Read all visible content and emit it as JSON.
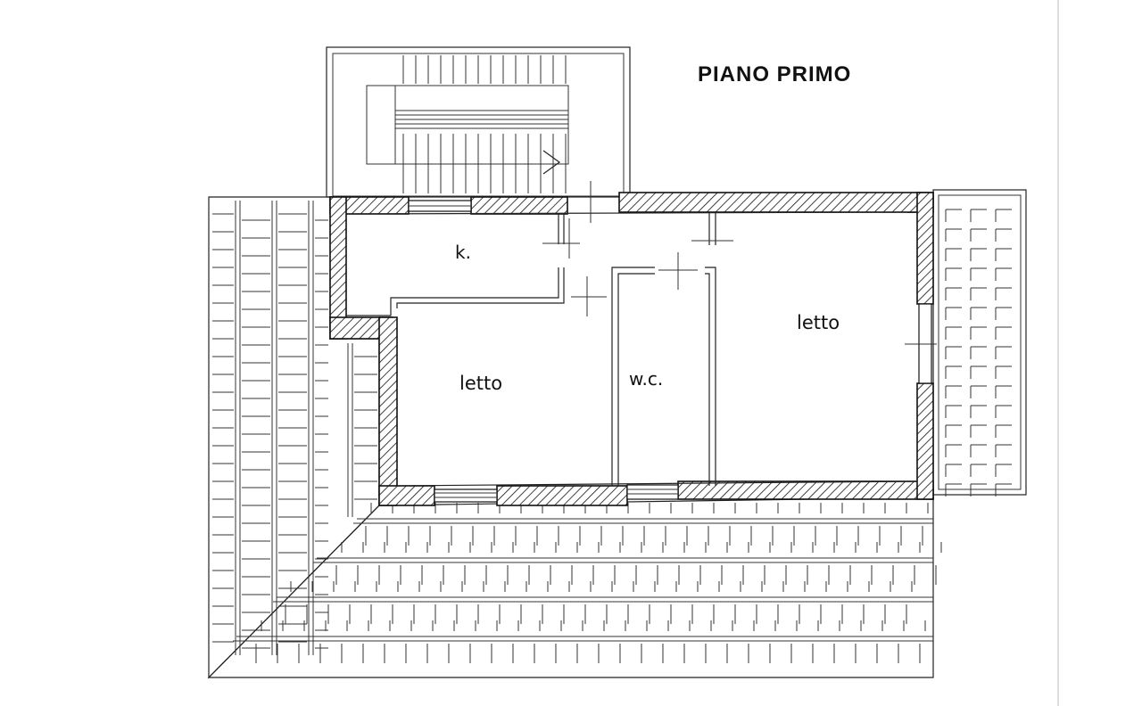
{
  "plan": {
    "title": "PIANO PRIMO",
    "rooms": {
      "kitchen": "k.",
      "bedroom_left": "letto",
      "wc": "w.c.",
      "bedroom_right": "letto"
    }
  }
}
